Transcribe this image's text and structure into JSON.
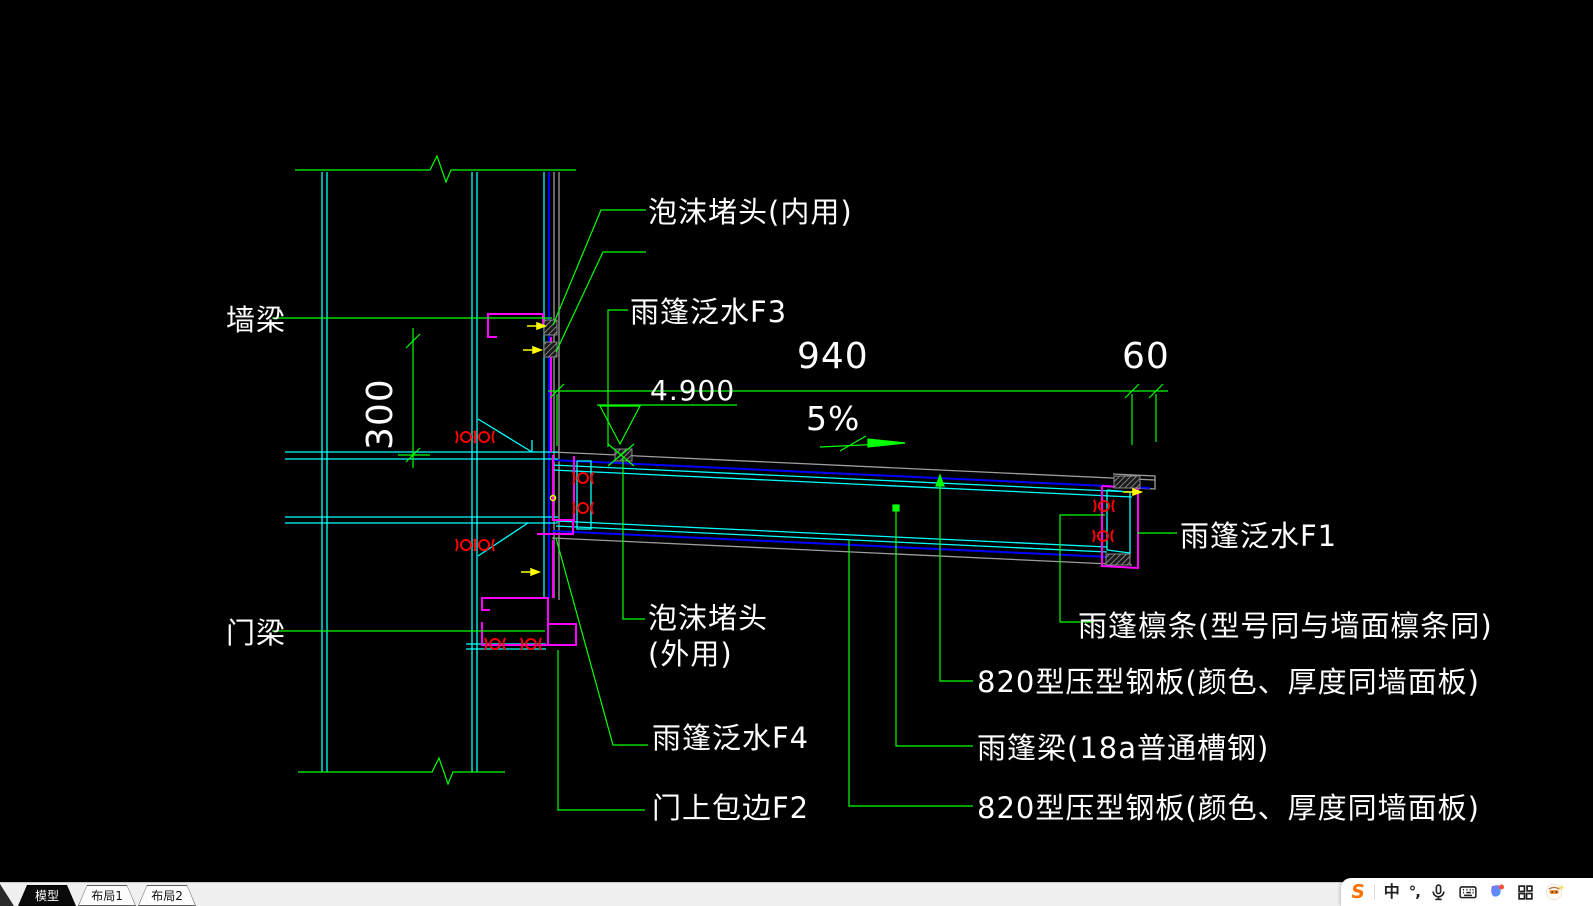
{
  "canvas": {
    "background": "#000000"
  },
  "labels": {
    "wall_girt": "墙梁",
    "door_beam": "门梁",
    "foam_inner": "泡沫堵头(内用)",
    "flashing_f3": "雨篷泛水F3",
    "flashing_f1": "雨篷泛水F1",
    "canopy_purlin": "雨篷檩条(型号同与墙面檩条同)",
    "top_sheet": "820型压型钢板(颜色、厚度同墙面板)",
    "canopy_beam": "雨篷梁(18a普通槽钢)",
    "bottom_sheet": "820型压型钢板(颜色、厚度同墙面板)",
    "foam_outer_line1": "泡沫堵头",
    "foam_outer_line2": "(外用)",
    "flashing_f4": "雨篷泛水F4",
    "door_trim": "门上包边F2"
  },
  "dimensions": {
    "girt_offset": "300",
    "canopy_span": "940",
    "overhang": "60",
    "level": "4.900",
    "slope": "5%"
  },
  "tabs": [
    {
      "label": "模型",
      "active": true
    },
    {
      "label": "布局1",
      "active": false
    },
    {
      "label": "布局2",
      "active": false
    }
  ],
  "ime": {
    "logo": "S",
    "mode": "中",
    "punctuation": "°,"
  },
  "colors": {
    "leader": "#00ff00",
    "steel": "#00ffff",
    "sheet_line": "#0000ff",
    "flashing": "#ff00ff",
    "bolt": "#ff0000",
    "marker": "#ffff00",
    "text": "#ffffff",
    "sheet_outline": "#9e9e9e"
  }
}
